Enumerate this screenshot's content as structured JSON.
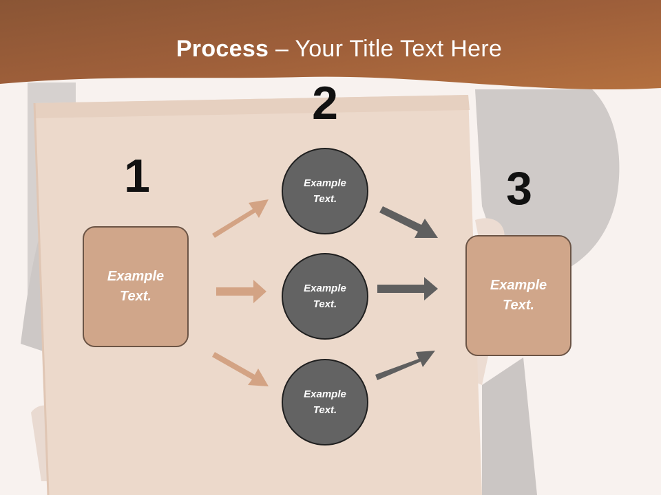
{
  "slide": {
    "title_bold": "Process",
    "title_rest": " – Your Title Text Here"
  },
  "steps": [
    {
      "number": "1",
      "label": "Example\nText."
    },
    {
      "number": "2",
      "label": "Example\nText."
    },
    {
      "number": "3",
      "label": "Example\nText."
    }
  ],
  "circles": [
    {
      "label": "Example\nText."
    },
    {
      "label": "Example\nText."
    },
    {
      "label": "Example\nText."
    }
  ],
  "colors": {
    "header": "#a8653c",
    "box_fill": "#d0a68a",
    "circle_fill": "#636363",
    "arrow_light": "#d3a384",
    "arrow_dark": "#5f5f5f"
  }
}
